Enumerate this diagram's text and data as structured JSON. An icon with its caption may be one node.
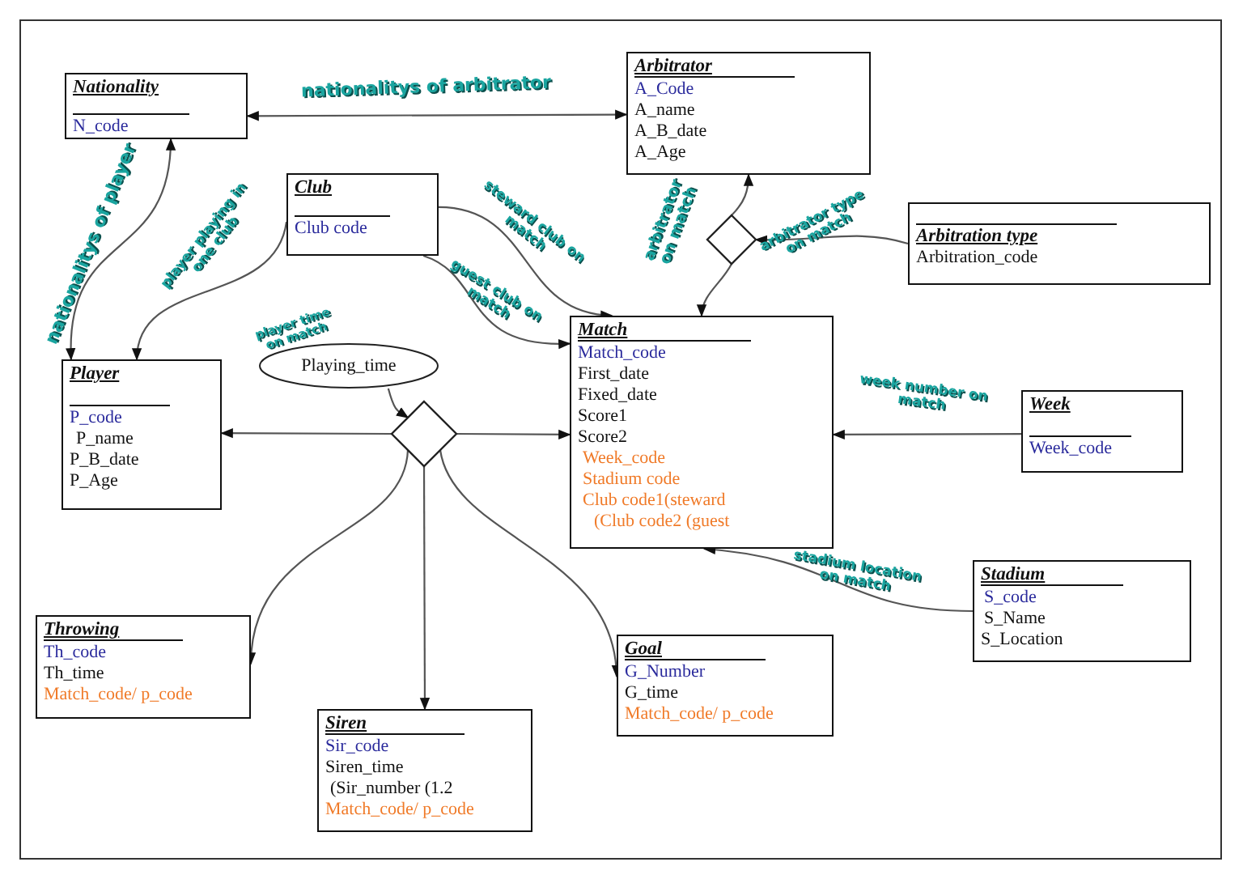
{
  "diagram": {
    "nodes": [
      {
        "text": [
          "Nationality",
          "N_code"
        ]
      },
      {
        "text": [
          "Arbitrator",
          "A_Code",
          "A_name",
          "A_B_date",
          "A_Age"
        ]
      },
      {
        "text": [
          "Club",
          "Club code"
        ]
      },
      {
        "text": [
          "Arbitration type",
          "Arbitration_code"
        ]
      },
      {
        "text": [],
        "shape": "diamond",
        "beside": [
          "arbitrator on match"
        ]
      },
      {
        "text": [
          "Player",
          "P_code",
          "P_name",
          "P_B_date",
          "P_Age"
        ]
      },
      {
        "text": [
          "Playing_time"
        ],
        "beside": [
          "player time on match"
        ]
      },
      {
        "text": [],
        "shape": "diamond"
      },
      {
        "text": [
          "Match",
          "Match_code",
          "First_date",
          "Fixed_date",
          "Score1",
          "Score2",
          "Week_code",
          "Stadium code",
          "Club code1(steward",
          "(Club code2 (guest"
        ]
      },
      {
        "text": [
          "Week",
          "Week_code"
        ]
      },
      {
        "text": [
          "Stadium",
          "S_code",
          "S_Name",
          "S_Location"
        ]
      },
      {
        "text": [
          "Throwing",
          "Th_code",
          "Th_time",
          "Match_code/ p_code"
        ]
      },
      {
        "text": [
          "Goal",
          "G_Number",
          "G_time",
          "Match_code/ p_code"
        ]
      },
      {
        "text": [
          "Siren",
          "Sir_code",
          "Siren_time",
          "(Sir_number (1.2",
          "Match_code/ p_code"
        ]
      }
    ],
    "edges": [
      {
        "from": 0,
        "to": 1,
        "arrow": "both",
        "label": "nationalitys of arbitrator"
      },
      {
        "from": 5,
        "to": 0,
        "arrow": "both",
        "label": "nationalitys of player"
      },
      {
        "from": 2,
        "to": 5,
        "arrow": "to",
        "label": "player playing in one club"
      },
      {
        "from": 2,
        "to": 8,
        "arrow": "to",
        "label": "steward club on match"
      },
      {
        "from": 2,
        "to": 8,
        "arrow": "to",
        "label": "guest club on match"
      },
      {
        "from": 4,
        "to": 1,
        "arrow": "to"
      },
      {
        "from": 4,
        "to": 8,
        "arrow": "to"
      },
      {
        "from": 3,
        "to": 4,
        "arrow": "to",
        "label": "arbitrator type on match"
      },
      {
        "from": 6,
        "to": 7,
        "arrow": "to"
      },
      {
        "from": 7,
        "to": 5,
        "arrow": "to"
      },
      {
        "from": 7,
        "to": 8,
        "arrow": "to"
      },
      {
        "from": 7,
        "to": 11,
        "arrow": "to"
      },
      {
        "from": 7,
        "to": 12,
        "arrow": "to"
      },
      {
        "from": 7,
        "to": 13,
        "arrow": "to"
      },
      {
        "from": 9,
        "to": 8,
        "arrow": "to",
        "label": "week number on match"
      },
      {
        "from": 10,
        "to": 8,
        "arrow": "to",
        "label": "stadium location on match"
      }
    ]
  }
}
